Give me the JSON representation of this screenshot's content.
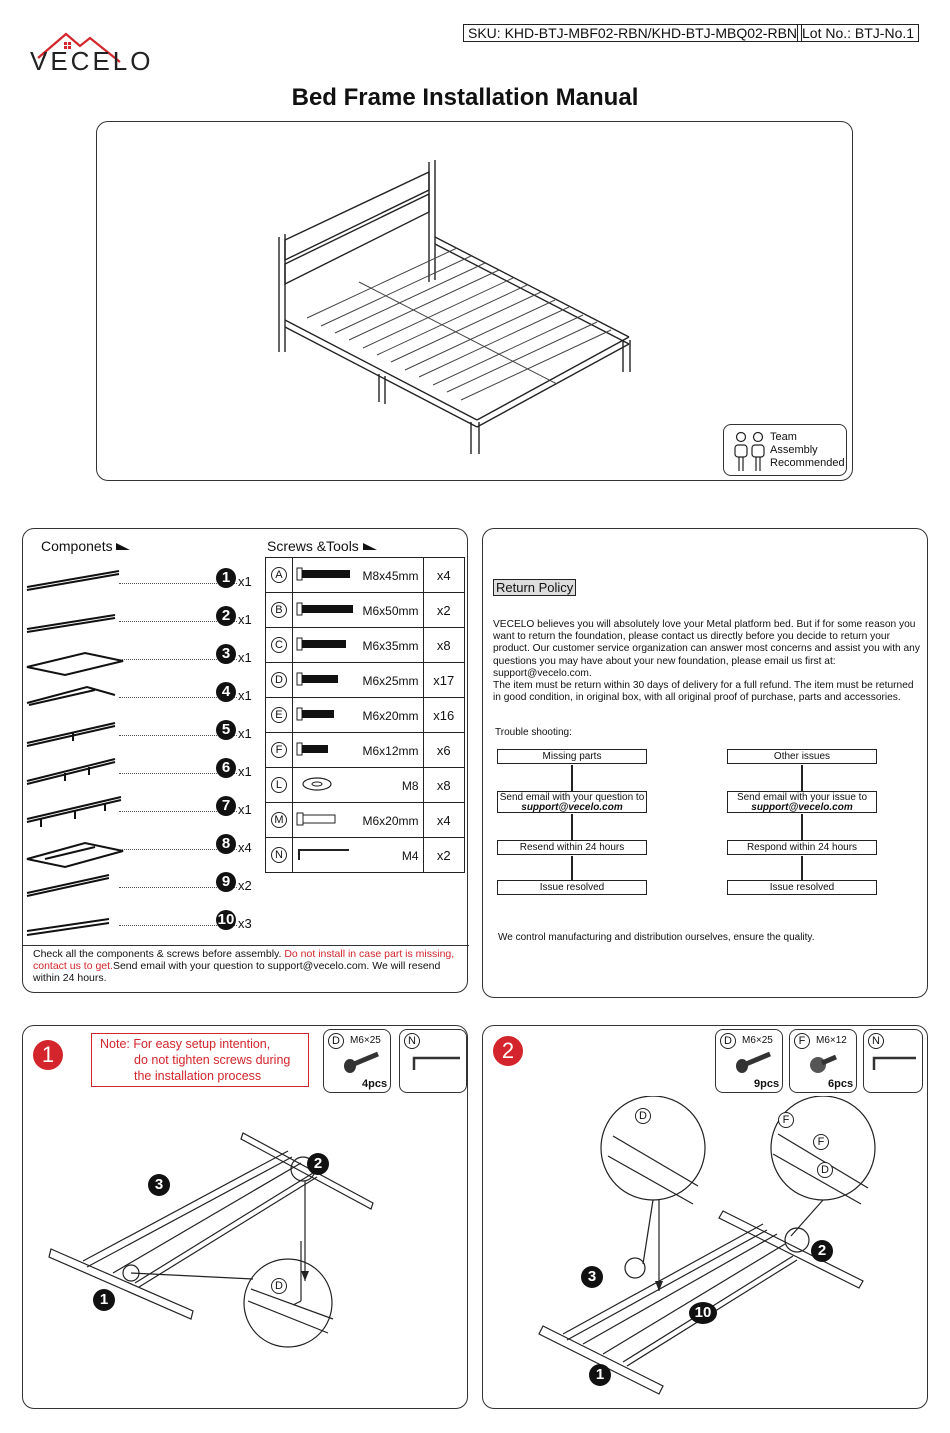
{
  "header": {
    "brand": "VECELO",
    "sku": "SKU: KHD-BTJ-MBF02-RBN/KHD-BTJ-MBQ02-RBN",
    "lot": "Lot No.: BTJ-No.1",
    "title": "Bed Frame Installation Manual"
  },
  "hero": {
    "badge_line1": "Team",
    "badge_line2": "Assembly",
    "badge_line3": "Recommended"
  },
  "components": {
    "heading": "Componets",
    "items": [
      {
        "num": "1",
        "qty": "x1"
      },
      {
        "num": "2",
        "qty": "x1"
      },
      {
        "num": "3",
        "qty": "x1"
      },
      {
        "num": "4",
        "qty": "x1"
      },
      {
        "num": "5",
        "qty": "x1"
      },
      {
        "num": "6",
        "qty": "x1"
      },
      {
        "num": "7",
        "qty": "x1"
      },
      {
        "num": "8",
        "qty": "x4"
      },
      {
        "num": "9",
        "qty": "x2"
      },
      {
        "num": "10",
        "qty": "x3"
      }
    ],
    "note_black1": "Check all the components & screws before assembly.",
    "note_red": "Do not install in case part is missing, contact us to get.",
    "note_black2": "Send email with your question to support@vecelo.com. We will resend within 24 hours."
  },
  "screws": {
    "heading": "Screws &Tools",
    "items": [
      {
        "letter": "A",
        "size": "M8x45mm",
        "qty": "x4"
      },
      {
        "letter": "B",
        "size": "M6x50mm",
        "qty": "x2"
      },
      {
        "letter": "C",
        "size": "M6x35mm",
        "qty": "x8"
      },
      {
        "letter": "D",
        "size": "M6x25mm",
        "qty": "x17"
      },
      {
        "letter": "E",
        "size": "M6x20mm",
        "qty": "x16"
      },
      {
        "letter": "F",
        "size": "M6x12mm",
        "qty": "x6"
      },
      {
        "letter": "L",
        "size": "M8",
        "qty": "x8"
      },
      {
        "letter": "M",
        "size": "M6x20mm",
        "qty": "x4"
      },
      {
        "letter": "N",
        "size": "M4",
        "qty": "x2"
      }
    ]
  },
  "policy": {
    "heading": "Return Policy",
    "body": "VECELO believes you will absolutely love your Metal platform bed. But if for some reason you want to return the foundation, please contact us directly before you decide to return your product. Our customer service organization can answer most concerns and assist you with any questions you may have about your new foundation, please email us first at: support@vecelo.com.",
    "body2": "The item must be return within 30 days of delivery for a full refund. The item must be returned in good condition, in original box, with all original proof of purchase, parts and accessories.",
    "trouble": "Trouble shooting:",
    "left_flow": [
      "Missing parts",
      "Send email with your question to",
      "Resend within 24 hours",
      "Issue resolved"
    ],
    "right_flow": [
      "Other issues",
      "Send email with your issue to",
      "Respond within 24 hours",
      "Issue resolved"
    ],
    "email": "support@vecelo.com",
    "footer": "We control manufacturing and distribution ourselves, ensure the quality."
  },
  "step1": {
    "num": "1",
    "note_line1": "Note: For easy setup intention,",
    "note_line2": "do not tighten screws during",
    "note_line3": "the installation process",
    "tool_letter": "D",
    "tool_size": "M6×25",
    "tool_qty": "4pcs",
    "tool2_letter": "N",
    "label_1": "1",
    "label_2": "2",
    "label_3": "3",
    "detail_letter": "D"
  },
  "step2": {
    "num": "2",
    "tool_letter": "D",
    "tool_size": "M6×25",
    "tool_qty": "9pcs",
    "tool2_letter": "F",
    "tool2_size": "M6×12",
    "tool2_qty": "6pcs",
    "tool3_letter": "N",
    "label_1": "1",
    "label_2": "2",
    "label_3": "3",
    "label_10": "10",
    "detail_d": "D",
    "detail_f1": "F",
    "detail_f2": "F",
    "detail_d2": "D"
  }
}
